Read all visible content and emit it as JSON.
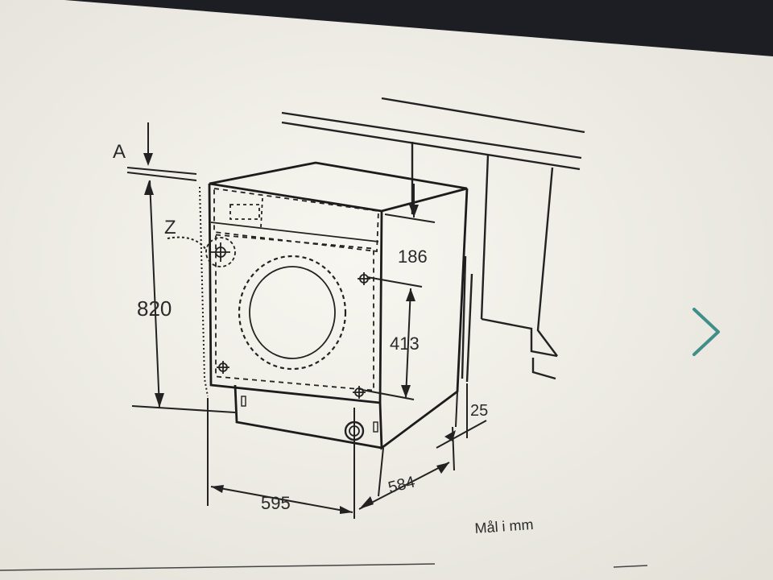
{
  "diagram": {
    "labels": {
      "a": "A",
      "z": "Z",
      "height": "820",
      "top_offset": "186",
      "mid_height": "413",
      "depth_gap": "25",
      "depth": "584",
      "width": "595"
    },
    "unit_note": "Mål i mm"
  },
  "colors": {
    "screen": "#eeece4",
    "line": "#222222",
    "accent": "#3f8f88"
  },
  "navigation": {
    "next_icon": "chevron-right-icon"
  }
}
